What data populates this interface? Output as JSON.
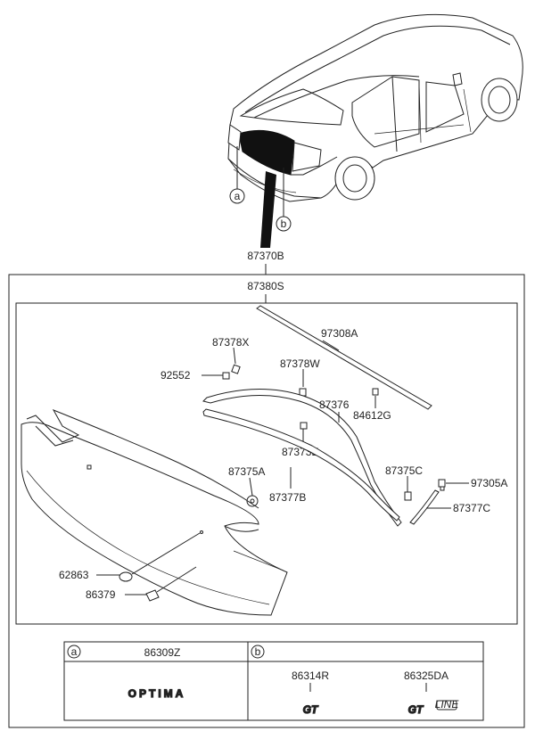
{
  "callouts": {
    "a": "a",
    "b": "b"
  },
  "parts": {
    "p87370B": "87370B",
    "p87380S": "87380S",
    "p97308A": "97308A",
    "p87378X": "87378X",
    "p92552": "92552",
    "p87378W": "87378W",
    "p87376": "87376",
    "p84612G": "84612G",
    "p87373E": "87373E",
    "p87375A": "87375A",
    "p87375C": "87375C",
    "p97305A": "97305A",
    "p87377B": "87377B",
    "p87377C": "87377C",
    "p62863": "62863",
    "p86379": "86379"
  },
  "table": {
    "a_label": "a",
    "b_label": "b",
    "col_a_part": "86309Z",
    "col_b_part1": "86314R",
    "col_b_part2": "86325DA",
    "emblem_optima": "OPTIMA",
    "emblem_gt": "GT",
    "emblem_line": "LINE"
  }
}
